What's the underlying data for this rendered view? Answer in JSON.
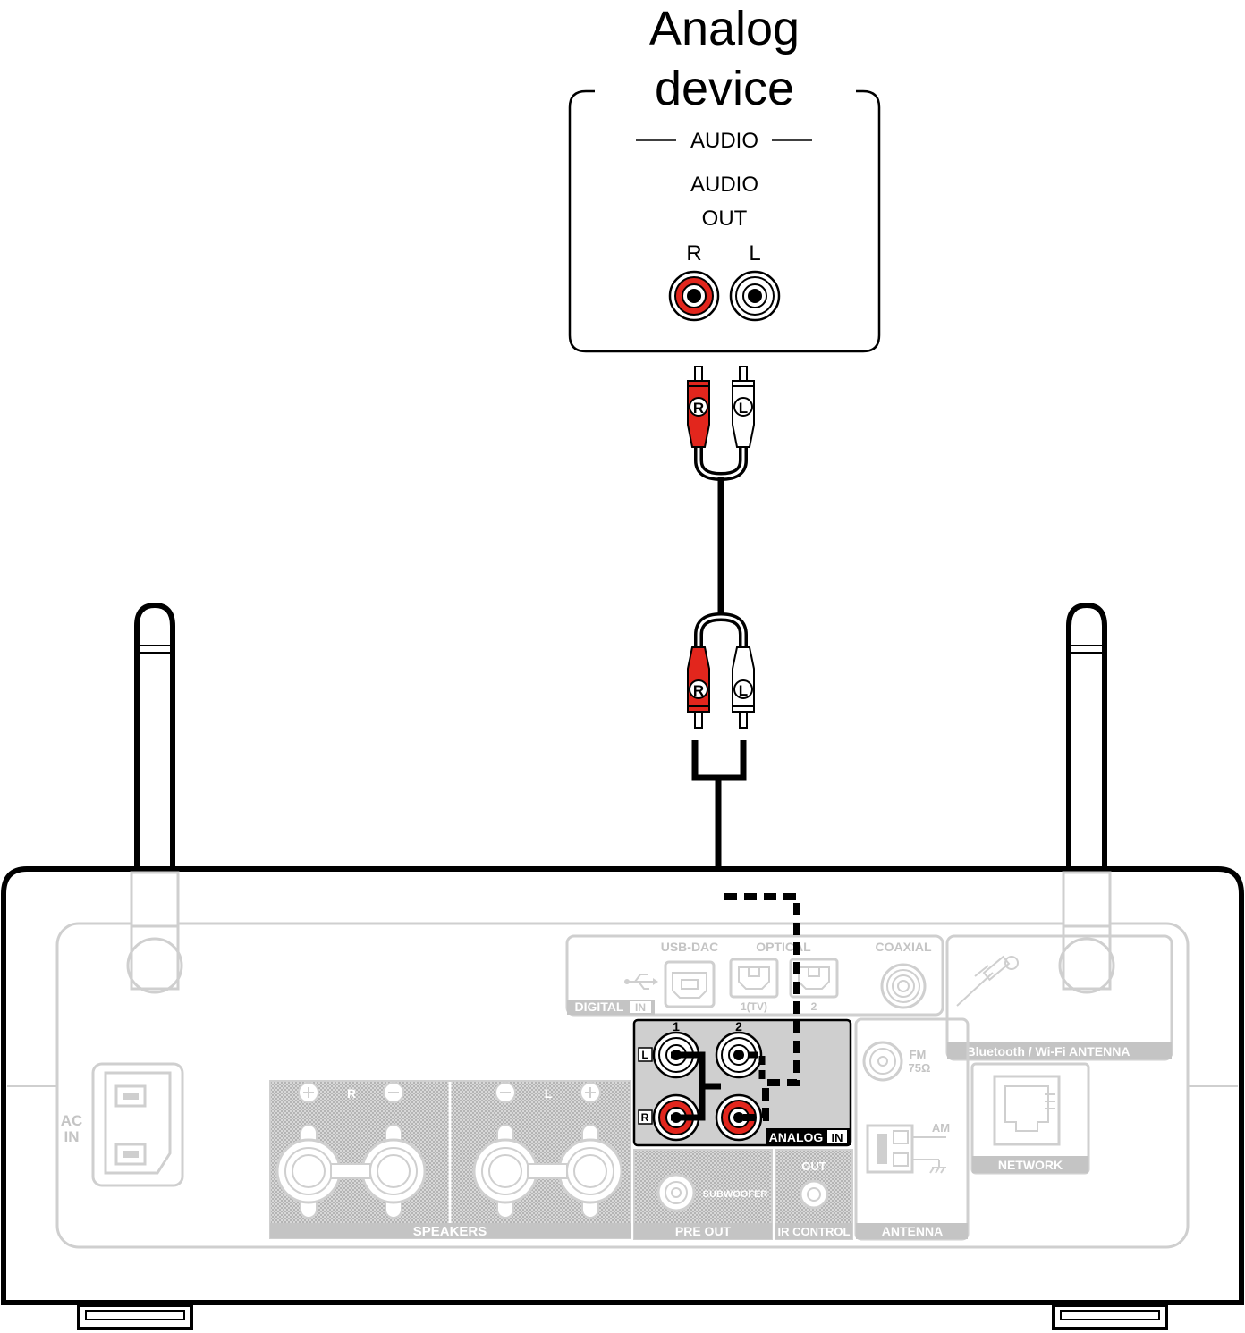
{
  "device": {
    "title_line1": "Analog",
    "title_line2": "device",
    "section_label": "AUDIO",
    "output_line1": "AUDIO",
    "output_line2": "OUT",
    "jack_r": "R",
    "jack_l": "L"
  },
  "cable": {
    "plug_r": "R",
    "plug_l": "L"
  },
  "panel": {
    "ac_in_line1": "AC",
    "ac_in_line2": "IN",
    "speakers": "SPEAKERS",
    "speaker_r": "R",
    "speaker_l": "L",
    "usb_dac": "USB-DAC",
    "optical": "OPTICAL",
    "coaxial": "COAXIAL",
    "digital": "DIGITAL",
    "in_badge": "IN",
    "optical_1": "1(TV)",
    "optical_2": "2",
    "bt_antenna": "Bluetooth / Wi-Fi ANTENNA",
    "analog_ch1": "1",
    "analog_ch2": "2",
    "analog_l": "L",
    "analog_r": "R",
    "analog": "ANALOG",
    "fm": "FM",
    "fm_ohm": "75Ω",
    "am": "AM",
    "antenna": "ANTENNA",
    "network": "NETWORK",
    "subwoofer": "SUBWOOFER",
    "pre_out": "PRE OUT",
    "ir_out": "OUT",
    "ir_control": "IR CONTROL"
  },
  "colors": {
    "red_connector": "#e2261d",
    "white_connector": "#ffffff",
    "panel_gray": "#c4c4c4",
    "analog_fill": "#cfcfcf",
    "line": "#000000"
  }
}
